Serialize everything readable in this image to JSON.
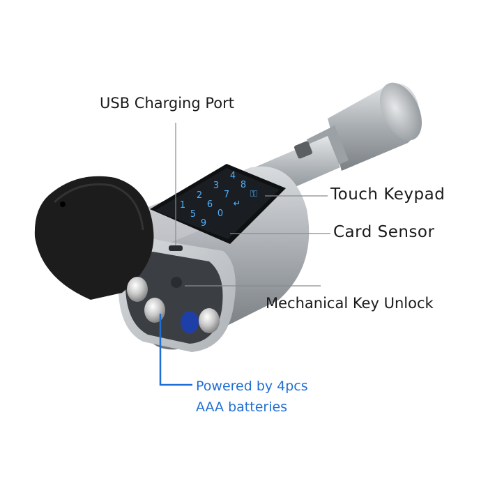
{
  "callouts": {
    "usb_port": "USB Charging Port",
    "touch_keypad": "Touch Keypad",
    "card_sensor": "Card Sensor",
    "mechanical_key": "Mechanical Key Unlock",
    "power_line1": "Powered by 4pcs",
    "power_line2": "AAA batteries"
  },
  "keypad_keys": [
    "1",
    "2",
    "3",
    "4",
    "5",
    "6",
    "7",
    "8",
    "9",
    "0",
    "↵",
    "⚿"
  ],
  "colors": {
    "callout_text": "#1a1a1a",
    "battery_callout": "#1f6ed4",
    "leader_line": "#8a8a8a",
    "keypad_glow": "#4fb3ff",
    "body_metal": "#b8bcc0",
    "cap": "#1c1c1c"
  }
}
